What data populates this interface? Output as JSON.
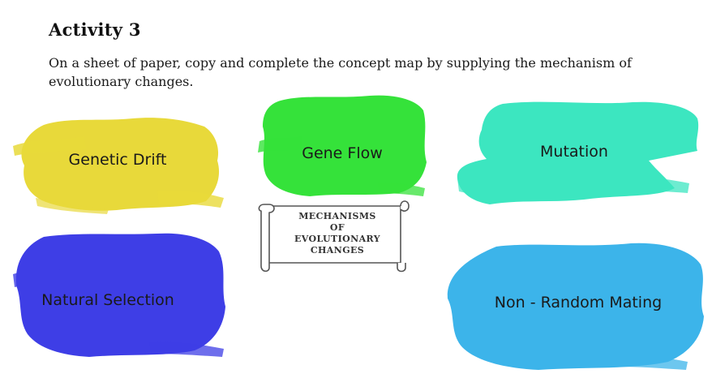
{
  "heading": "Activity 3",
  "instructions": "On a sheet of paper, copy and complete the concept map by supplying the mechanism of evolutionary changes.",
  "center_scroll": {
    "lines": [
      "MECHANISMS",
      "OF",
      "EVOLUTIONARY",
      "CHANGES"
    ]
  },
  "mechanisms": {
    "genetic_drift": {
      "label": "Genetic Drift",
      "color": "#E8D93A"
    },
    "gene_flow": {
      "label": "Gene Flow",
      "color": "#35E23A"
    },
    "mutation": {
      "label": "Mutation",
      "color": "#3CE6C0"
    },
    "natural_selection": {
      "label": "Natural Selection",
      "color": "#3E3EE6"
    },
    "non_random_mating": {
      "label": "Non - Random Mating",
      "color": "#3CB4EA"
    }
  }
}
